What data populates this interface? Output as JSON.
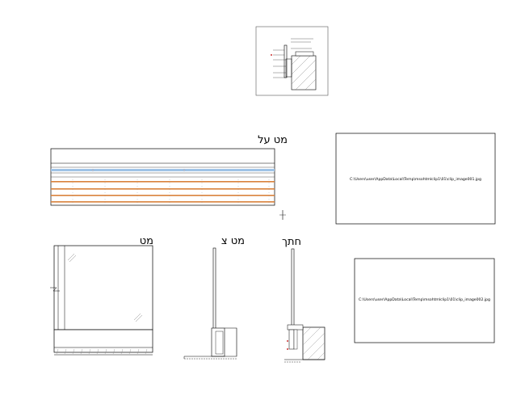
{
  "views": {
    "top_view": {
      "label": "מט על"
    },
    "front_view": {
      "label": "מט"
    },
    "side_view": {
      "label": "מט צ"
    },
    "section_view": {
      "label": "חתך"
    }
  },
  "image_refs": [
    {
      "path": "C:\\Users\\user\\AppData\\Local\\Temp\\msohtmlclip1\\01\\clip_image001.jpg"
    },
    {
      "path": "C:\\Users\\user\\AppData\\Local\\Temp\\msohtmlclip1\\01\\clip_image002.jpg"
    }
  ],
  "colors": {
    "line": "#000000",
    "blue_band": "#9fc3e6",
    "orange_band": "#d9813b",
    "hatch": "#888888"
  }
}
